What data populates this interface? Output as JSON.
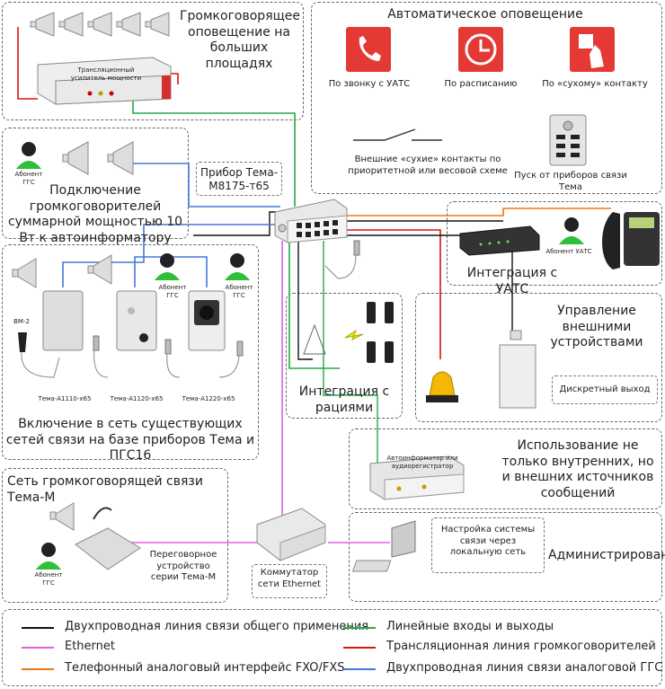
{
  "sections": {
    "pa_large": {
      "title": "Громкоговорящее оповещение на больших площадях",
      "amp_label": "Трансляционный усилитель мощности"
    },
    "auto_notify": {
      "title": "Автоматическое оповещение",
      "by_call": "По звонку с УАТС",
      "by_schedule": "По расписанию",
      "by_dry": "По «сухому» контакту",
      "ext_contacts": "Внешние «сухие» контакты по приоритетной или весовой схеме",
      "start_from": "Пуск от приборов связи Тема"
    },
    "loudspeakers": {
      "title": "Подключение громкоговорителей суммарной мощностью 10 Вт к автоинформатору",
      "subscriber": "Абонент ГГС"
    },
    "device": {
      "title": "Прибор Тема-М8175-т65"
    },
    "uats": {
      "title": "Интеграция с УАТС",
      "subscriber": "Абонент УАТС"
    },
    "existing": {
      "title": "Включение в сеть существующих сетей связи на базе приборов Тема и ПГС16",
      "bm": "ВМ-2",
      "dev1": "Тема-А1110-х65",
      "dev2": "Тема-А1120-х65",
      "dev3": "Тема-А1220-х65",
      "sub1": "Абонент ГГС",
      "sub2": "Абонент ГГС"
    },
    "radios": {
      "title": "Интеграция с рациями"
    },
    "ext_devices": {
      "title": "Управление внешними устройствами",
      "discrete": "Дискретный выход"
    },
    "sources": {
      "title": "Использование не только внутренних, но и внешних источников сообщений",
      "auto_label": "Автоинформатор или аудиорегистратор"
    },
    "tema_m": {
      "title": "Сеть громкоговорящей связи Тема-М",
      "subscriber": "Абонент ГГС",
      "console": "Переговорное устройство серии Тема-М"
    },
    "switch": {
      "title": "Коммутатор сети Ethernet"
    },
    "admin": {
      "title": "Администрирование",
      "lan": "Настройка системы связи через локальную сеть"
    }
  },
  "legend": [
    {
      "label": "Двухпроводная линия связи общего применения",
      "color": "#111111"
    },
    {
      "label": "Линейные входы и выходы",
      "color": "#22aa44"
    },
    {
      "label": "Ethernet",
      "color": "#e060e0"
    },
    {
      "label": "Трансляционная линия громкоговорителей",
      "color": "#dd1111"
    },
    {
      "label": "Телефонный аналоговый интерфейс FXO/FXS",
      "color": "#ee7711"
    },
    {
      "label": "Двухпроводная линия связи аналоговой ГГС",
      "color": "#4477dd"
    }
  ],
  "colors": {
    "accent_red": "#e53935",
    "avatar_green": "#2fbf3a"
  }
}
